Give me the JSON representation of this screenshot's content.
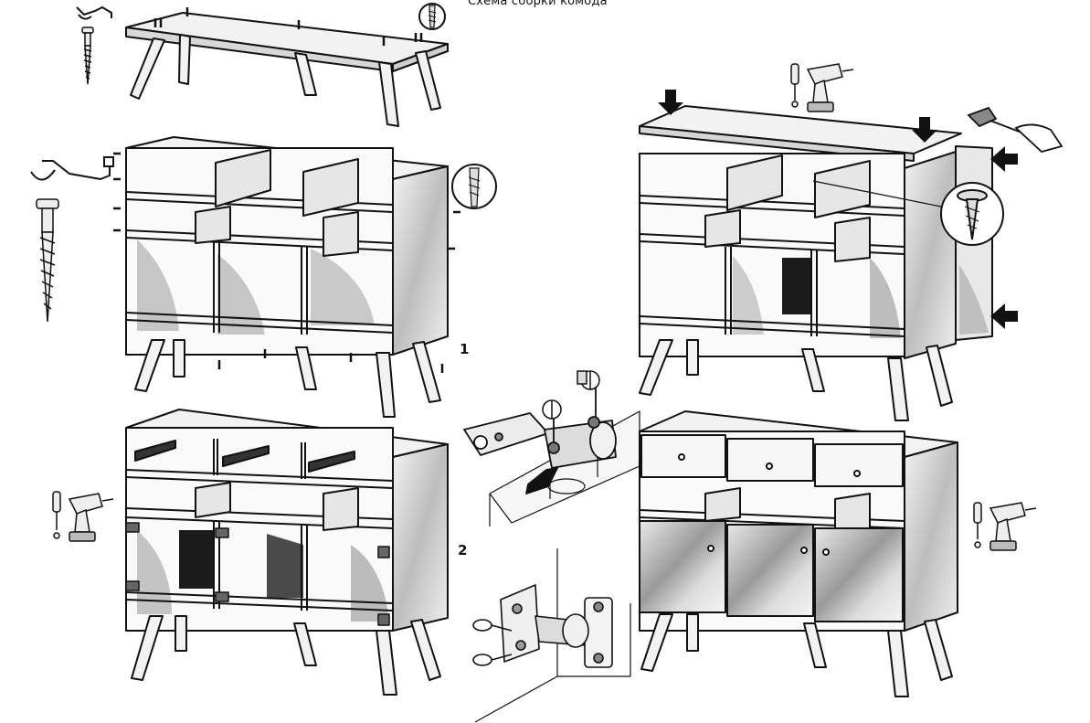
{
  "diagram": {
    "title": "Схема сборки комода",
    "step_labels": [
      "1",
      "2"
    ]
  },
  "colors": {
    "line": "#111111",
    "panel": "#f2f2f2",
    "shade": "#c4c4c4",
    "dark": "#1a1a1a"
  },
  "icons": [
    "crank-key-icon",
    "confirmat-screw-icon",
    "screwdriver-icon",
    "drill-icon",
    "hammer-icon",
    "press-arrow-icon",
    "hinge-icon",
    "drawer-runner-icon",
    "magnifier-screw-icon"
  ]
}
